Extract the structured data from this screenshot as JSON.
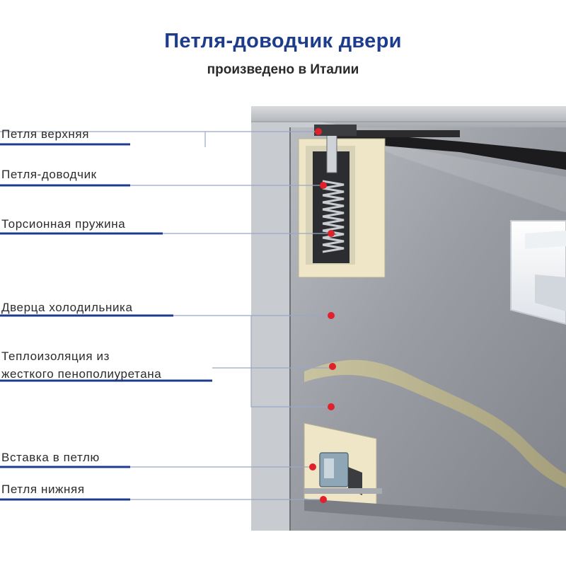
{
  "title": "Петля-доводчик двери",
  "subtitle": "произведено в Италии",
  "labels": {
    "hinge_top": "Петля верхняя",
    "hinge_closer": "Петля-доводчик",
    "torsion_spring": "Торсионная пружина",
    "fridge_door": "Дверца холодильника",
    "insulation_line1": "Теплоизоляция из",
    "insulation_line2": "жесткого пенополиуретана",
    "hinge_insert": "Вставка в петлю",
    "hinge_bottom": "Петля нижняя"
  },
  "colors": {
    "title": "#1e3c8c",
    "underline": "#1e3c8c",
    "marker": "#e0202a",
    "steel": "#9a9ea4",
    "foam": "#f0e8cc"
  }
}
